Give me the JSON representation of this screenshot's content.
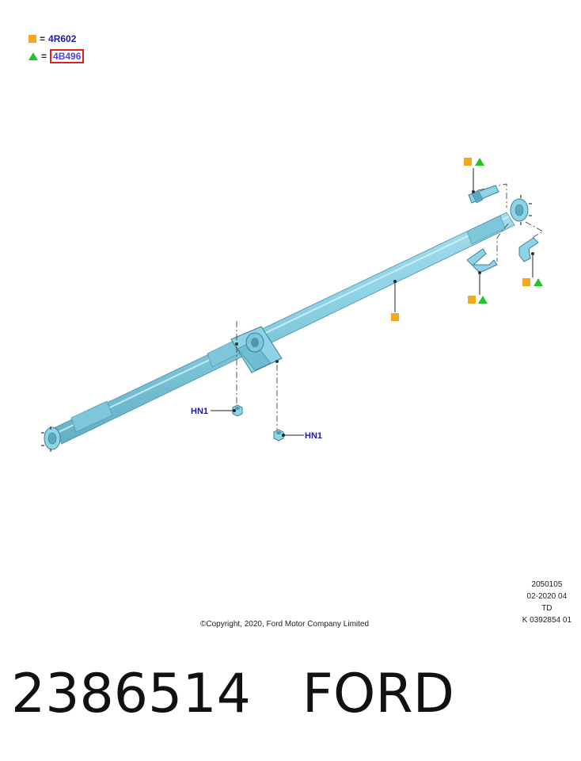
{
  "legend": [
    {
      "symbol": "square",
      "code": "4R602",
      "highlighted": false
    },
    {
      "symbol": "triangle",
      "code": "4B496",
      "highlighted": true
    }
  ],
  "legend_equals": "=",
  "callouts": {
    "hn1_left": "HN1",
    "hn1_right": "HN1"
  },
  "drawing_info": [
    "2050105",
    "02-2020 04",
    "TD",
    "K 0392854 01"
  ],
  "copyright": "©Copyright, 2020, Ford Motor Company Limited",
  "part_number": "2386514",
  "brand": "FORD",
  "colors": {
    "square": "#f2a91d",
    "triangle": "#22c42c",
    "part_fill": "#8fd3e6",
    "part_dark": "#5aa9c0",
    "callout_text": "#1a1aa8",
    "highlight_box": "#e02020"
  }
}
